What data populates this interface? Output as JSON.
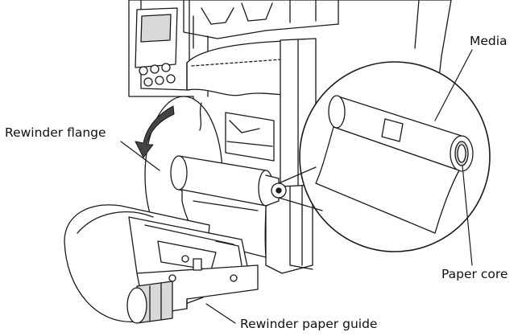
{
  "labels": {
    "media": "Media",
    "rewinder_flange": "Rewinder flange",
    "paper_core": "Paper core",
    "rewinder_paper_guide": "Rewinder paper guide"
  },
  "colors": {
    "line": "#1a1a1a",
    "fill": "#ffffff",
    "shade": "#d9d9d9",
    "arrow": "#444444"
  }
}
